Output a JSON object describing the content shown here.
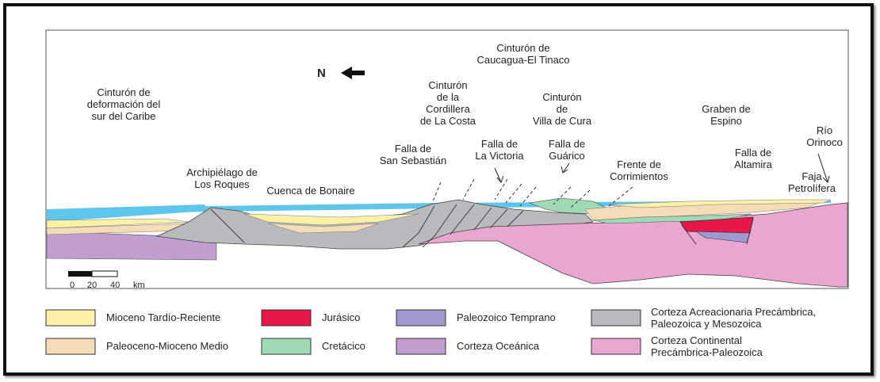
{
  "north_label": "N",
  "scale": {
    "ticks": [
      "0",
      "20",
      "40"
    ],
    "unit": "km"
  },
  "labels": {
    "caribe": [
      "Cinturón de",
      "deformación del",
      "sur del Caribe"
    ],
    "caucagua": [
      "Cinturón de",
      "Caucagua-El Tinaco"
    ],
    "cordillera": [
      "Cinturón",
      "de la",
      "Cordillera",
      "de La Costa"
    ],
    "villa_cura": [
      "Cinturón",
      "de",
      "Villa de Cura"
    ],
    "espino": [
      "Graben de",
      "Espino"
    ],
    "orinoco": [
      "Río",
      "Orinoco"
    ],
    "san_sebastian": [
      "Falla de",
      "San Sebastián"
    ],
    "la_victoria": [
      "Falla de",
      "La Victoria"
    ],
    "guarico": [
      "Falla de",
      "Guárico"
    ],
    "corrimientos": [
      "Frente de",
      "Corrimientos"
    ],
    "altamira": [
      "Falla de",
      "Altamira"
    ],
    "faja": [
      "Faja",
      "Petrolífera"
    ],
    "roques": [
      "Archipiélago de",
      "Los Roques"
    ],
    "bonaire": "Cuenca de Bonaire"
  },
  "legend": [
    {
      "label": [
        "Mioceno Tardío-Reciente"
      ],
      "color": "#fdf1a8"
    },
    {
      "label": [
        "Paleoceno-Mioceno Medio"
      ],
      "color": "#f3dcb6"
    },
    {
      "label": [
        "Jurásico"
      ],
      "color": "#e8174a"
    },
    {
      "label": [
        "Cretácico"
      ],
      "color": "#9fd9b5"
    },
    {
      "label": [
        "Paleozoico Temprano"
      ],
      "color": "#9f99cf"
    },
    {
      "label": [
        "Corteza Oceánica"
      ],
      "color": "#c09fcf"
    },
    {
      "label": [
        "Corteza Acreacionaria Precámbrica,",
        "Paleozoica y Mesozoica"
      ],
      "color": "#b9babd"
    },
    {
      "label": [
        "Corteza Continental",
        "Precámbrica-Paleozoica"
      ],
      "color": "#e9a6cf"
    }
  ]
}
